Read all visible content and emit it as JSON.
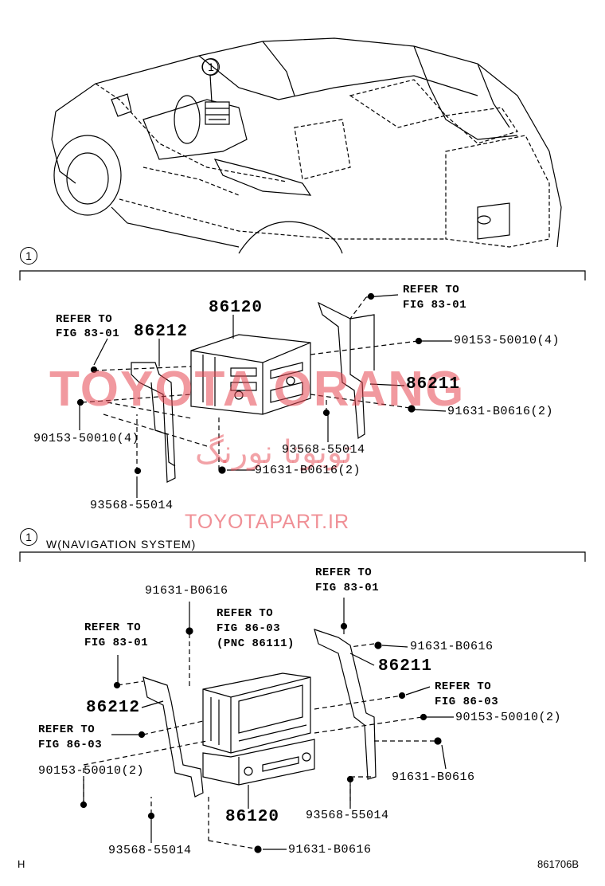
{
  "callout": "1",
  "section2_header": "W(NAVIGATION SYSTEM)",
  "watermark": {
    "line1": "TOYOTA ORANG",
    "line2": "تویوتا نورنگ",
    "line3": "TOYOTAPART.IR"
  },
  "section1": {
    "big_86120": "86120",
    "big_86212": "86212",
    "big_86211": "86211",
    "ref_left_1": "REFER TO",
    "ref_left_2": "FIG 83-01",
    "ref_right_1": "REFER TO",
    "ref_right_2": "FIG 83-01",
    "pn_90153_right": "90153-50010(4)",
    "pn_91631_right": "91631-B0616(2)",
    "pn_90153_left": "90153-50010(4)",
    "pn_93568_mid": "93568-55014",
    "pn_91631_bottom": "91631-B0616(2)",
    "pn_93568_bottom": "93568-55014"
  },
  "section2": {
    "pn_91631_top": "91631-B0616",
    "ref_top_1": "REFER TO",
    "ref_top_2": "FIG 83-01",
    "ref_center_1": "REFER TO",
    "ref_center_2": "FIG 86-03",
    "ref_center_3": "(PNC 86111)",
    "ref_left_1": "REFER TO",
    "ref_left_2": "FIG 83-01",
    "pn_91631_right": "91631-B0616",
    "big_86211": "86211",
    "ref_right_1": "REFER TO",
    "ref_right_2": "FIG 86-03",
    "big_86212": "86212",
    "pn_90153_right": "90153-50010(2)",
    "ref_left2_1": "REFER TO",
    "ref_left2_2": "FIG 86-03",
    "pn_91631_right2": "91631-B0616",
    "pn_90153_left": "90153-50010(2)",
    "big_86120": "86120",
    "pn_93568_right": "93568-55014",
    "pn_93568_left": "93568-55014",
    "pn_91631_bottom": "91631-B0616"
  },
  "footer": {
    "left": "H",
    "right": "861706B"
  }
}
